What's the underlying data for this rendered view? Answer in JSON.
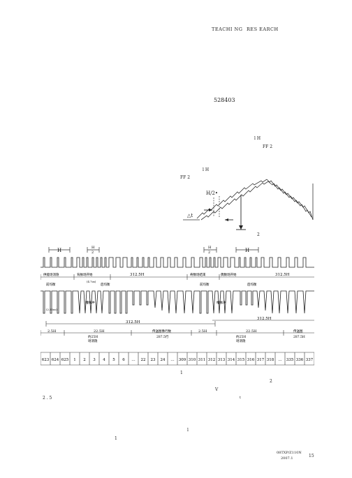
{
  "header": {
    "left": "TEACHI NG",
    "right": "RES EARCH"
  },
  "body_marks": {
    "id_number": "528403",
    "m1": "l H",
    "m2": "FF 2",
    "m3": "l H",
    "m4": "FF 2",
    "m5": "1",
    "m6": "2",
    "m7": "V",
    "m8": "t",
    "m9": "2 . 5",
    "m10": "l",
    "m11": "1"
  },
  "figure2": {
    "label_h2": "H/2•",
    "label_delta": "△t",
    "caption": "2"
  },
  "figure1": {
    "h_left": "H",
    "h2_left_top": "H",
    "h2_left_bottom": "2",
    "h2_right_top": "H",
    "h2_right_bottom": "2",
    "h_right": "H",
    "row_labels": {
      "a": "供能场消隐",
      "b": "背脉场开始",
      "c_value": "312.5H",
      "d": "奇数场结束",
      "e": "偶数场开始",
      "f_value": "312.5H"
    },
    "pulse_labels": {
      "pre_eq_left": "前均衡",
      "width_left": "(4.7us)",
      "post_eq_left": "后均衡",
      "pre_eq_right": "前均衡",
      "post_eq_right": "后均衡",
      "notch_left": "槽脉冲",
      "notch_right": "槽脉冲",
      "sync_width": "(2.35us)"
    },
    "span_labels": {
      "left_total": "312.5H",
      "right_total": "312.5H",
      "a": "2.5H",
      "b": "22.5H",
      "c_top": "传送图像行数",
      "c_bot": "287.5行",
      "d": "2.5H",
      "e": "22.5H",
      "f_top": "传送图",
      "f_bot": "287.5H",
      "b_sub1": "约25H",
      "b_sub2": "场消隐",
      "e_sub1": "约25H",
      "e_sub2": "场消隐"
    },
    "line_numbers": [
      "623",
      "624",
      "625",
      "1",
      "2",
      "3",
      "4",
      "5",
      "6",
      "…",
      "22",
      "23",
      "24",
      "…",
      "309",
      "310",
      "311",
      "312",
      "313",
      "314",
      "315",
      "316",
      "317",
      "318",
      "…",
      "335",
      "336",
      "337"
    ],
    "caption": "1"
  },
  "footer": {
    "line1": "08TXP/Z110N",
    "line2": "2007.1",
    "page": "15"
  }
}
